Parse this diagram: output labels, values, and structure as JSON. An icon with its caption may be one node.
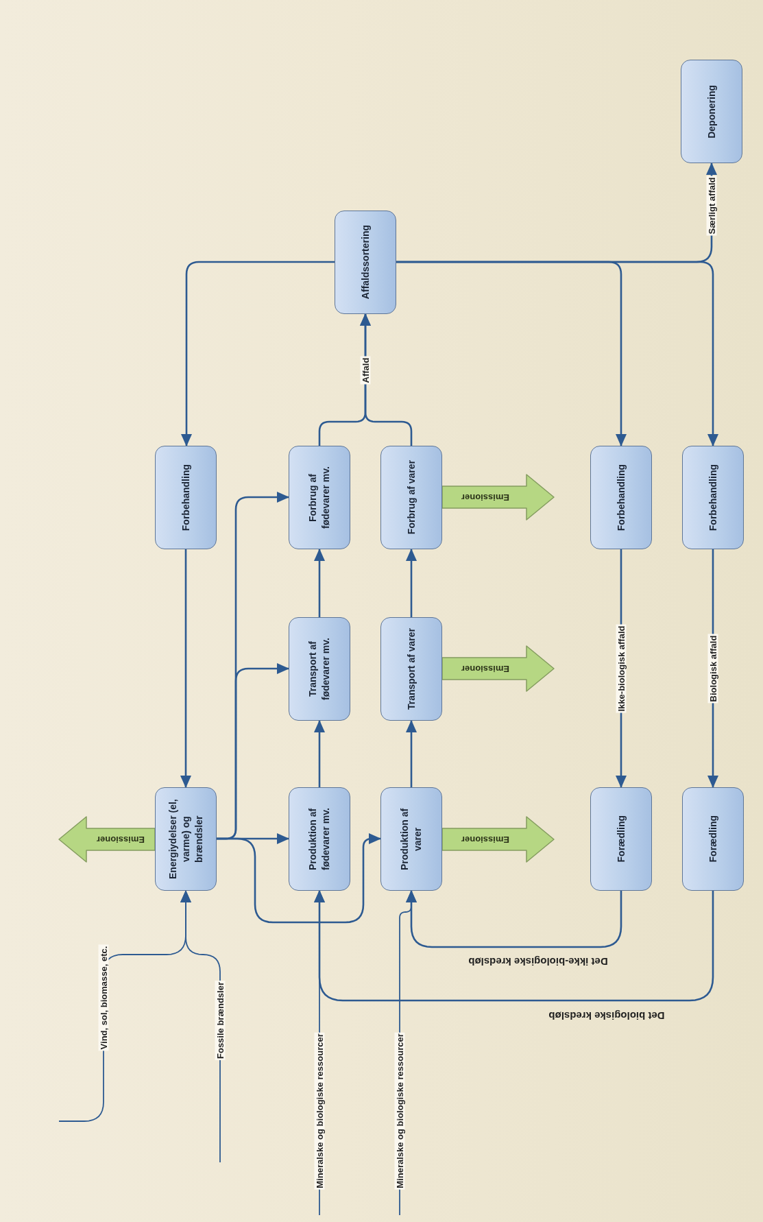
{
  "diagram": {
    "nodes": [
      {
        "text": [
          "Affaldssortering"
        ]
      },
      {
        "text": [
          "Deponering"
        ]
      },
      {
        "text": [
          "Forbehandling"
        ]
      },
      {
        "text": [
          "Forbrug af fødevarer mv."
        ]
      },
      {
        "text": [
          "Forbrug af varer"
        ]
      },
      {
        "text": [
          "Transport af fødevarer mv."
        ]
      },
      {
        "text": [
          "Transport af varer"
        ]
      },
      {
        "text": [
          "Forbehandling"
        ]
      },
      {
        "text": [
          "Forbehandling"
        ]
      },
      {
        "text": [
          "Energiydelser (el, varme) og brændsler"
        ]
      },
      {
        "text": [
          "Produktion af fødevarer mv."
        ]
      },
      {
        "text": [
          "Produktion af varer"
        ]
      },
      {
        "text": [
          "Forædling"
        ]
      },
      {
        "text": [
          "Forædling"
        ]
      }
    ],
    "edges": [
      {
        "from": 0,
        "to": 2,
        "arrow": "to"
      },
      {
        "from": 0,
        "to": 7,
        "arrow": "to"
      },
      {
        "from": 0,
        "to": 8,
        "arrow": "to"
      },
      {
        "from": 0,
        "to": 1,
        "arrow": "to",
        "label": "Særligt affald"
      },
      {
        "from": 3,
        "to": 0,
        "arrow": "to",
        "label": "Affald"
      },
      {
        "from": 4,
        "to": 0,
        "arrow": "to"
      },
      {
        "from": 2,
        "to": 9,
        "arrow": "to"
      },
      {
        "from": 9,
        "to": 10,
        "arrow": "to"
      },
      {
        "from": 9,
        "to": 5,
        "arrow": "to"
      },
      {
        "from": 9,
        "to": 3,
        "arrow": "to"
      },
      {
        "from": 9,
        "to": 11,
        "arrow": "to"
      },
      {
        "from": 10,
        "to": 5,
        "arrow": "to"
      },
      {
        "from": 5,
        "to": 3,
        "arrow": "to"
      },
      {
        "from": 11,
        "to": 6,
        "arrow": "to"
      },
      {
        "from": 6,
        "to": 4,
        "arrow": "to"
      },
      {
        "from": 7,
        "to": 12,
        "arrow": "to",
        "label": "Ikke-biologisk affald"
      },
      {
        "from": 8,
        "to": 13,
        "arrow": "to",
        "label": "Biologisk affald"
      },
      {
        "from": 12,
        "to": 11,
        "arrow": "to",
        "label": "Det ikke-biologiske kredsløb"
      },
      {
        "from": 13,
        "to": 10,
        "arrow": "to",
        "label": "Det biologiske kredsløb"
      },
      {
        "from": null,
        "to": 9,
        "arrow": "to",
        "label": "Vind, sol, biomasse, etc."
      },
      {
        "from": null,
        "to": 9,
        "arrow": "to",
        "label": "Fossile brændsler"
      },
      {
        "from": null,
        "to": 10,
        "arrow": "to",
        "label": "Mineralske og biologiske ressourcer"
      },
      {
        "from": null,
        "to": 11,
        "arrow": "to",
        "label": "Mineralske og biologiske ressourcer"
      },
      {
        "from": 9,
        "to": null,
        "arrow": "to",
        "label": "Emissioner",
        "style": "thick",
        "color": "#b6d783"
      },
      {
        "from": 11,
        "to": null,
        "arrow": "to",
        "label": "Emissioner",
        "style": "thick",
        "color": "#b6d783"
      },
      {
        "from": 6,
        "to": null,
        "arrow": "to",
        "label": "Emissioner",
        "style": "thick",
        "color": "#b6d783"
      },
      {
        "from": 4,
        "to": null,
        "arrow": "to",
        "label": "Emissioner",
        "style": "thick",
        "color": "#b6d783"
      }
    ]
  }
}
